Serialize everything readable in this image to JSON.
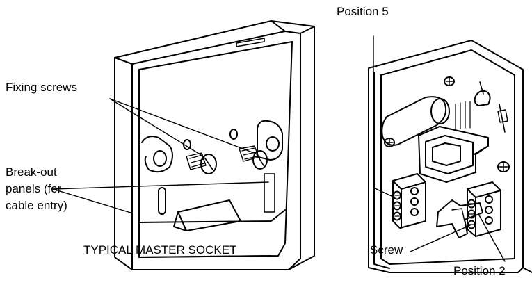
{
  "labels": {
    "fixing_screws": "Fixing screws",
    "breakout_line1": "Break-out",
    "breakout_line2": "panels (for",
    "breakout_line3": "cable entry)",
    "caption": "TYPICAL MASTER SOCKET",
    "position_5": "Position 5",
    "screw": "Screw",
    "position_2": "Position 2"
  },
  "colors": {
    "ink": "#000000",
    "paper": "#ffffff"
  }
}
